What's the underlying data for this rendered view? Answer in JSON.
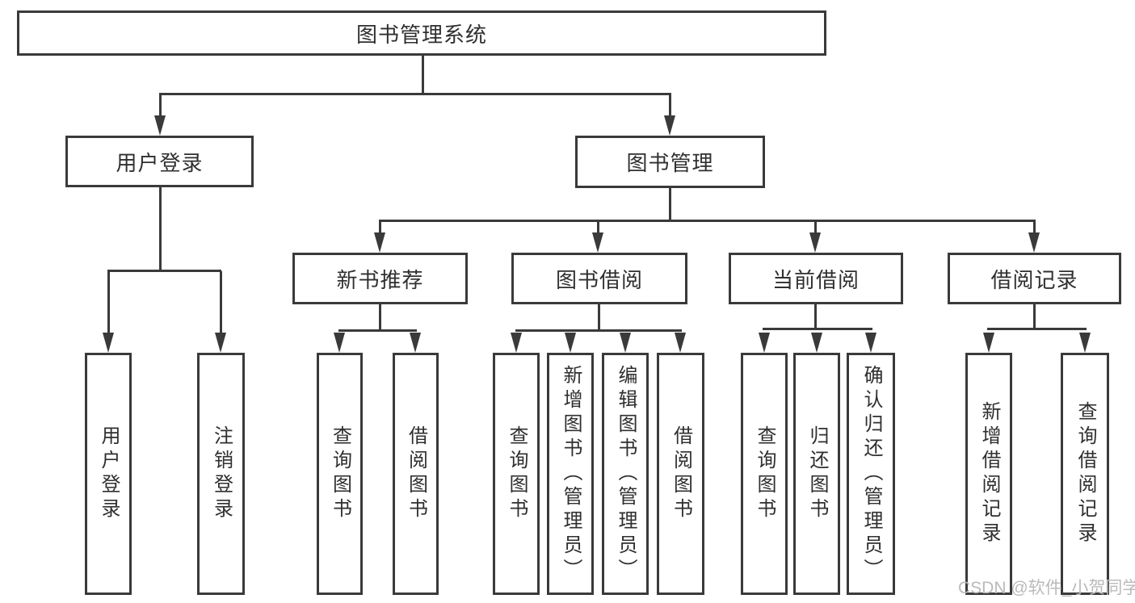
{
  "tree": {
    "root": "图书管理系统",
    "userLogin": {
      "label": "用户登录",
      "children": [
        "用户登录",
        "注销登录"
      ]
    },
    "bookMgmt": {
      "label": "图书管理"
    },
    "modules": [
      {
        "label": "新书推荐",
        "children": [
          "查询图书",
          "借阅图书"
        ]
      },
      {
        "label": "图书借阅",
        "children": [
          "查询图书",
          "新增图书（管理员）",
          "编辑图书（管理员）",
          "借阅图书"
        ]
      },
      {
        "label": "当前借阅",
        "children": [
          "查询图书",
          "归还图书",
          "确认归还（管理员）"
        ]
      },
      {
        "label": "借阅记录",
        "children": [
          "新增借阅记录",
          "查询借阅记录"
        ]
      }
    ]
  },
  "watermark": {
    "text": "CSDN @软件_小贺同学"
  },
  "colors": {
    "line": "#3a3a3a",
    "text": "#2f2f2f",
    "watermark": "#bababa",
    "background": "#ffffff"
  }
}
